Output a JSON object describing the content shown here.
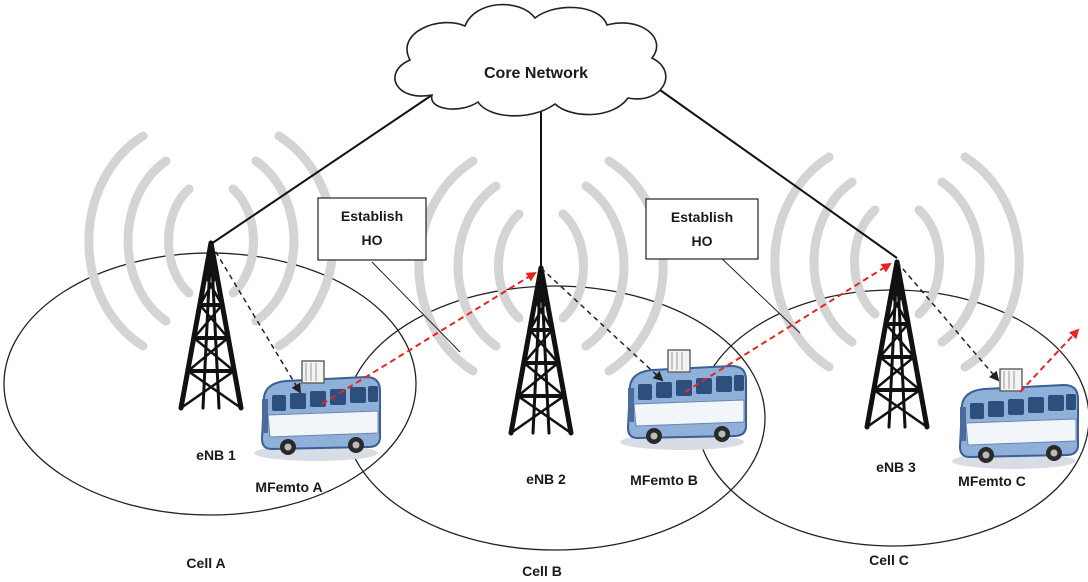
{
  "core_network": {
    "label": "Core Network"
  },
  "base_stations": [
    {
      "label": "eNB 1"
    },
    {
      "label": "eNB 2"
    },
    {
      "label": "eNB 3"
    }
  ],
  "mobile_femtos": [
    {
      "label": "MFemto A"
    },
    {
      "label": "MFemto B"
    },
    {
      "label": "MFemto C"
    }
  ],
  "cells": [
    {
      "label": "Cell A"
    },
    {
      "label": "Cell B"
    },
    {
      "label": "Cell C"
    }
  ],
  "handover_boxes": [
    {
      "line1": "Establish",
      "line2": "HO"
    },
    {
      "line1": "Establish",
      "line2": "HO"
    }
  ],
  "colors": {
    "handover_link": "#e8251f",
    "access_link": "#222222",
    "backhaul": "#111111",
    "signal_arcs": "#d4d4d4",
    "bus_body": "#8fb0d8"
  }
}
